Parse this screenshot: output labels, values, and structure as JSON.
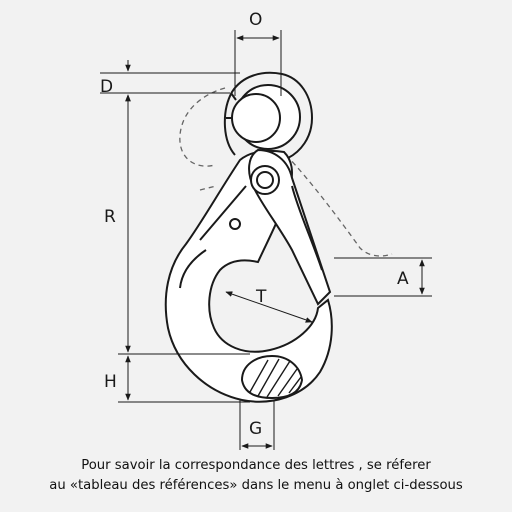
{
  "diagram": {
    "dimension_labels": {
      "O": "O",
      "D": "D",
      "R": "R",
      "A": "A",
      "T": "T",
      "H": "H",
      "G": "G"
    }
  },
  "caption": {
    "line1": "Pour savoir la correspondance des lettres , se réferer",
    "line2": "au «tableau des références» dans le menu à onglet ci-dessous"
  },
  "colors": {
    "background": "#f2f2f2",
    "stroke": "#1a1a1a",
    "dashed": "#555555"
  }
}
